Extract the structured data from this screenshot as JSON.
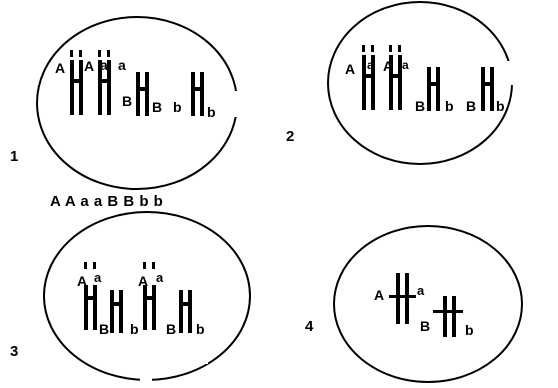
{
  "panels": [
    {
      "number": "1",
      "chromosomes": [
        {
          "left_allele": "A",
          "right_allele": "A",
          "gene": "A"
        },
        {
          "left_allele": "a",
          "right_allele": "a",
          "gene": "a"
        },
        {
          "left_allele": "B",
          "right_allele": "B",
          "gene": "B"
        },
        {
          "left_allele": "b",
          "right_allele": "b",
          "gene": "b"
        }
      ]
    },
    {
      "number": "2",
      "chromosomes": [
        {
          "left_allele": "A",
          "right_allele": "a",
          "gene": "A/a"
        },
        {
          "left_allele": "A",
          "right_allele": "a",
          "gene": "A/a"
        },
        {
          "left_allele": "B",
          "right_allele": "b",
          "gene": "B/b"
        },
        {
          "left_allele": "B",
          "right_allele": "b",
          "gene": "B/b"
        }
      ]
    },
    {
      "number": "3",
      "chromosomes": [
        {
          "left_allele": "A",
          "right_allele": "a",
          "gene": "A/a"
        },
        {
          "left_allele": "B",
          "right_allele": "b",
          "gene": "B/b"
        },
        {
          "left_allele": "A",
          "right_allele": "a",
          "gene": "A/a"
        },
        {
          "left_allele": "B",
          "right_allele": "b",
          "gene": "B/b"
        }
      ]
    },
    {
      "number": "4",
      "chromosomes": [
        {
          "left_allele": "A",
          "right_allele": "a",
          "gene": "A/a"
        },
        {
          "left_allele": "B",
          "right_allele": "b",
          "gene": "B/b"
        }
      ]
    }
  ],
  "genotype_caption": "A A a a B B b b"
}
